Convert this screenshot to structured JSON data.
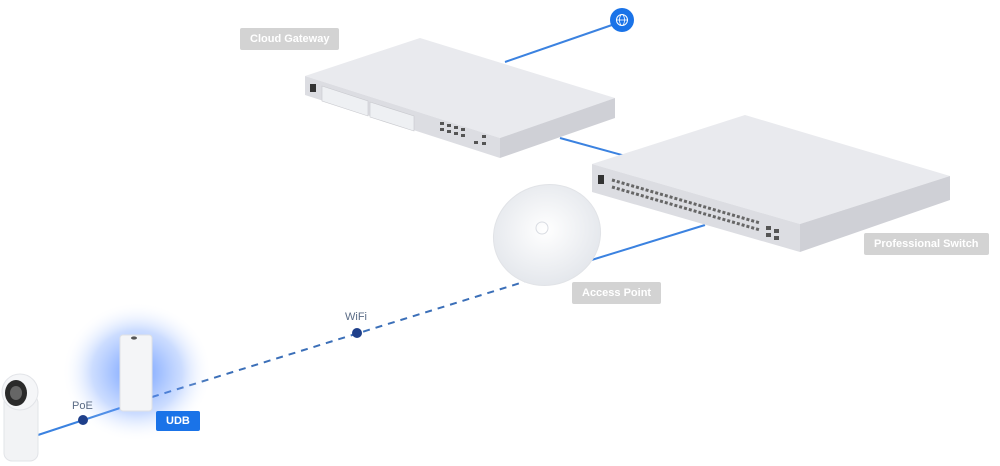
{
  "devices": {
    "cloud_gateway": "Cloud Gateway",
    "professional_switch": "Professional Switch",
    "access_point": "Access Point",
    "udb": "UDB"
  },
  "links": {
    "wifi": "WiFi",
    "poe": "PoE"
  },
  "icons": {
    "internet": "globe-icon"
  },
  "colors": {
    "accent": "#1a73e8",
    "label_bg": "#d3d3d3"
  }
}
